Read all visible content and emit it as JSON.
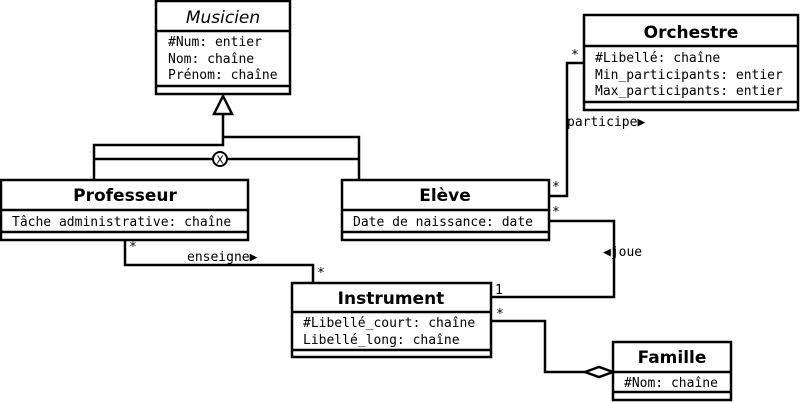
{
  "classes": {
    "musicien": {
      "name": "Musicien",
      "attributes": [
        "#Num: entier",
        "Nom: chaîne",
        "Prénom: chaîne"
      ]
    },
    "orchestre": {
      "name": "Orchestre",
      "attributes": [
        "#Libellé: chaîne",
        "Min_participants: entier",
        "Max_participants: entier"
      ]
    },
    "professeur": {
      "name": "Professeur",
      "attributes": [
        "Tâche administrative: chaîne"
      ]
    },
    "eleve": {
      "name": "Elève",
      "attributes": [
        "Date de naissance: date"
      ]
    },
    "instrument": {
      "name": "Instrument",
      "attributes": [
        "#Libellé_court: chaîne",
        "Libellé_long: chaîne"
      ]
    },
    "famille": {
      "name": "Famille",
      "attributes": [
        "#Nom: chaîne"
      ]
    }
  },
  "constraint": {
    "symbol": "X"
  },
  "associations": {
    "enseigne": {
      "label": "enseigne▶",
      "mult_professeur": "*",
      "mult_instrument": "*"
    },
    "participe": {
      "label": "participe▶",
      "mult_eleve": "*",
      "mult_orchestre": "*"
    },
    "joue": {
      "label": "◀joue",
      "mult_eleve": "*",
      "mult_instrument": "1"
    },
    "famille": {
      "mult_instrument": "*"
    }
  }
}
